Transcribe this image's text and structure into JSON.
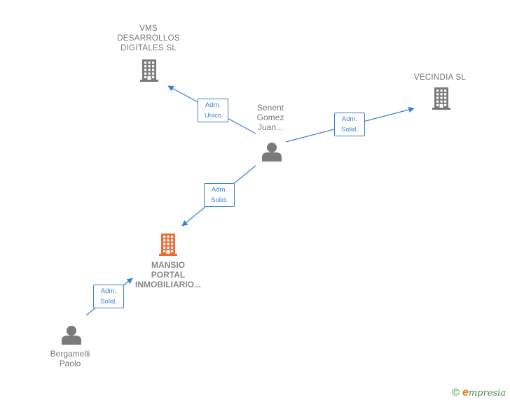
{
  "nodes": [
    {
      "id": "vms",
      "type": "company",
      "label_lines": [
        "VMS",
        "DESARROLLOS",
        "DIGITALES  SL"
      ]
    },
    {
      "id": "vecindia",
      "type": "company",
      "label_lines": [
        "VECINDIA  SL"
      ]
    },
    {
      "id": "senent",
      "type": "person",
      "label_lines": [
        "Senent",
        "Gomez",
        "Juan..."
      ]
    },
    {
      "id": "mansio",
      "type": "company-focus",
      "label_lines": [
        "MANSIO",
        "PORTAL",
        "INMOBILIARIO..."
      ]
    },
    {
      "id": "bergamelli",
      "type": "person",
      "label_lines": [
        "Bergamelli",
        "Paolo"
      ]
    }
  ],
  "edges": [
    {
      "from": "senent",
      "to": "vms",
      "label_lines": [
        "Adm.",
        "Unico"
      ]
    },
    {
      "from": "senent",
      "to": "vecindia",
      "label_lines": [
        "Adm.",
        "Solid."
      ]
    },
    {
      "from": "senent",
      "to": "mansio",
      "label_lines": [
        "Adm.",
        "Solid."
      ]
    },
    {
      "from": "bergamelli",
      "to": "mansio",
      "label_lines": [
        "Adm.",
        "Solid."
      ]
    }
  ],
  "colors": {
    "edge": "#3a7fd0",
    "company_icon": "#7a7a7a",
    "focus_icon": "#f06a35",
    "person_icon": "#7a7a7a",
    "label_text": "#777777"
  },
  "watermark": {
    "copyright": "©",
    "brand_e": "e",
    "brand_rest": "mpresia"
  }
}
